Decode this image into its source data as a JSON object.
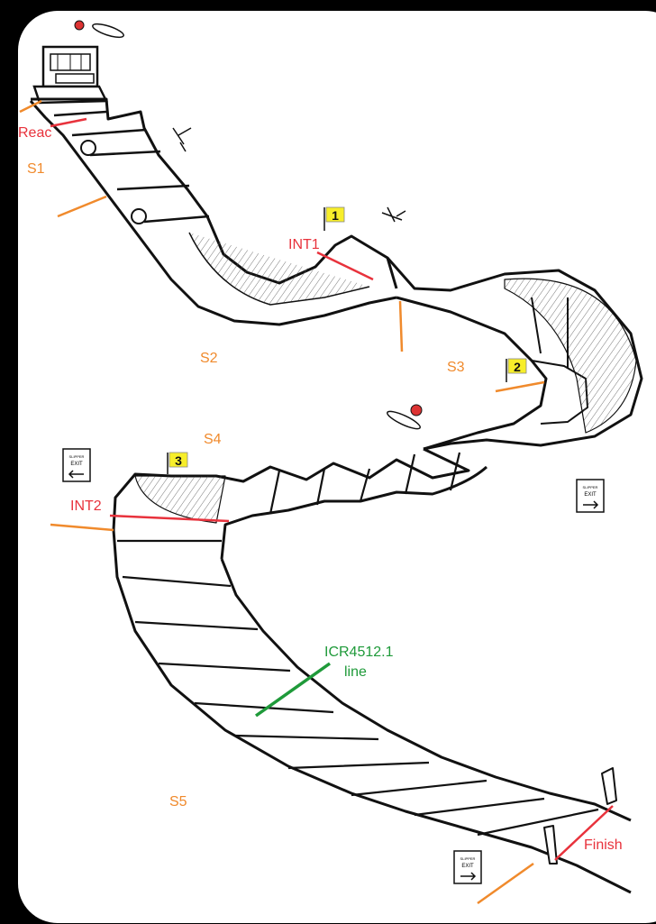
{
  "diagram": {
    "sections": {
      "s1": "S1",
      "s2": "S2",
      "s3": "S3",
      "s4": "S4",
      "s5": "S5"
    },
    "intervals": {
      "react": "Reac",
      "int1": "INT1",
      "int2": "INT2",
      "finish": "Finish"
    },
    "flags": {
      "f1": "1",
      "f2": "2",
      "f3": "3"
    },
    "icr": {
      "line1": "ICR4512.1",
      "line2": "line"
    },
    "exit_sign": {
      "top": "SLIPPER",
      "bottom": "EXIT"
    },
    "colors": {
      "section": "#f08a2c",
      "interval": "#e8323c",
      "icr": "#1f9a3a",
      "flag": "#f7ee2a",
      "track": "#111111"
    }
  }
}
